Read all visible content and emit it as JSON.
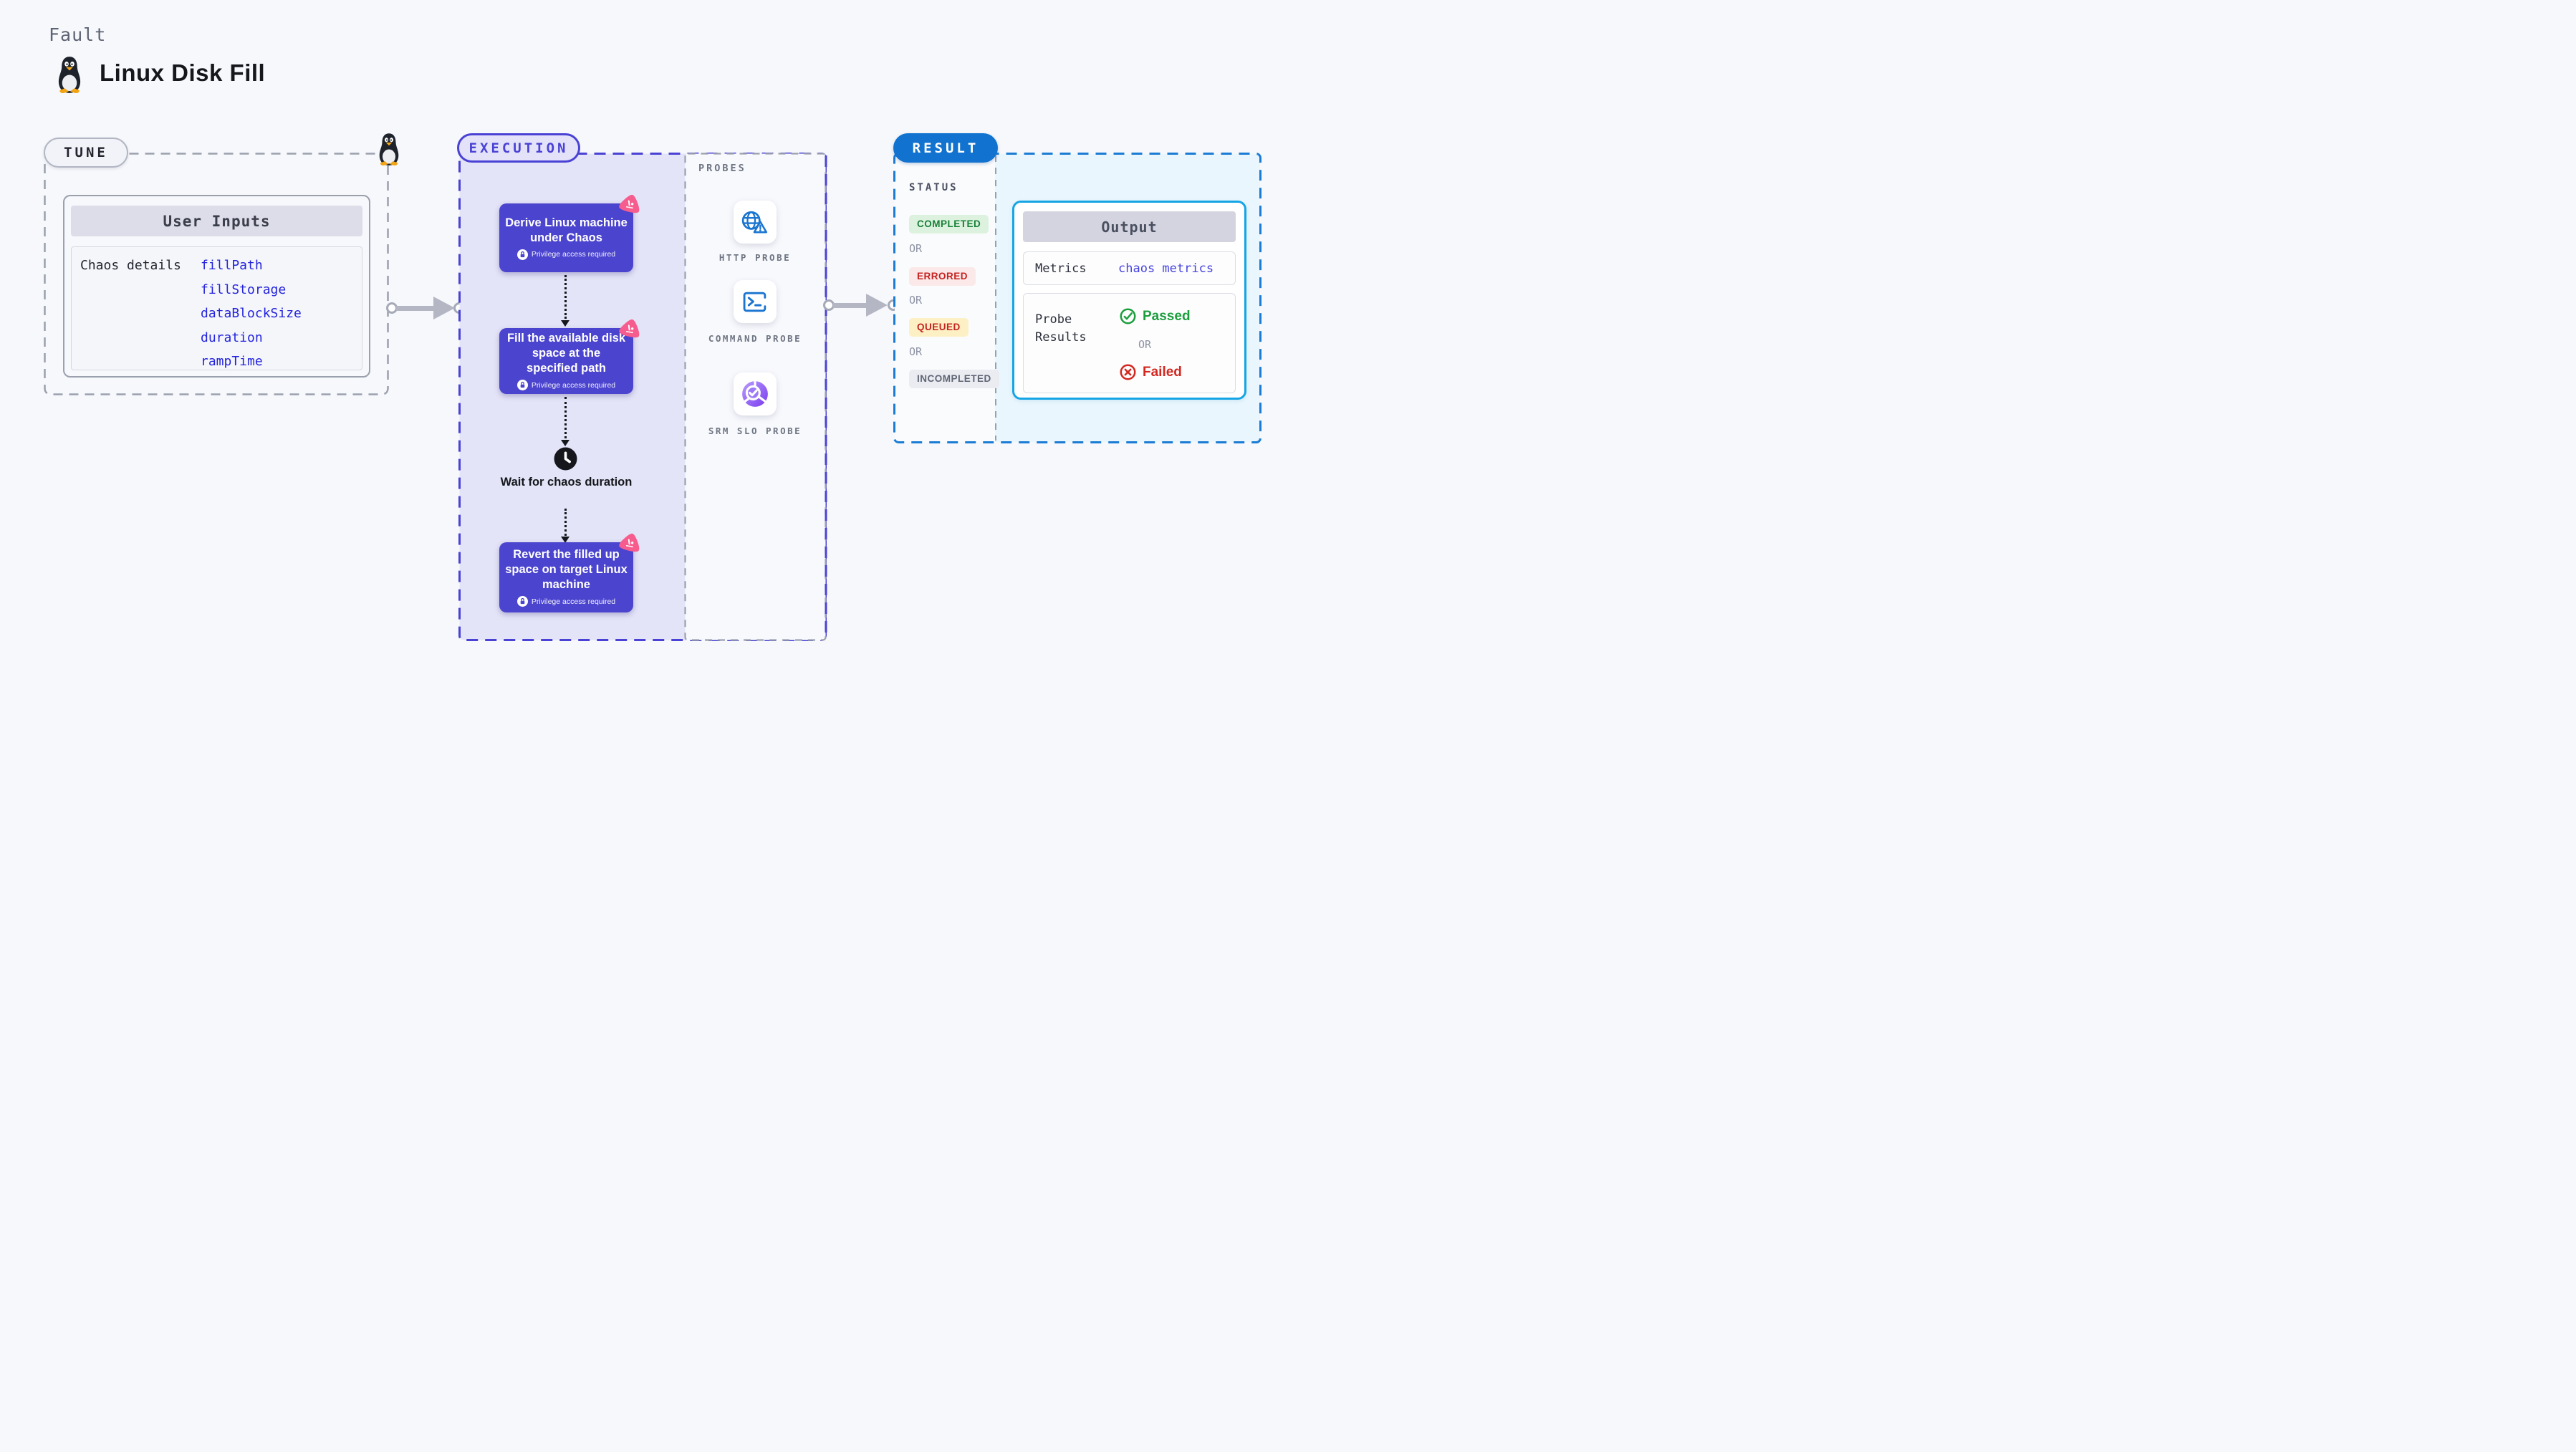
{
  "palette": {
    "canvas_bg": "#f7f8fc",
    "grey_dash": "#9aa0ad",
    "indigo": "#4a42d4",
    "step_card_bg": "#4b44ce",
    "execution_bg": "#e4e4f8",
    "probes_bg": "#f8f9fd",
    "result_dash": "#1a7cd4",
    "result_pill_bg": "#1173cf",
    "result_cyan_bg": "#e9f6fd",
    "output_border": "#15a5e5",
    "link_blue": "#2424dd",
    "pink_badge": "#f65d8e",
    "arrow_grey": "#b4b6c4",
    "passed_green": "#1d9e3e",
    "failed_red": "#d3271f"
  },
  "header": {
    "kicker": "Fault",
    "title": "Linux Disk Fill",
    "icon": "tux-penguin-icon"
  },
  "tune": {
    "label": "TUNE",
    "card_header": "User Inputs",
    "row_label": "Chaos details",
    "inputs": [
      "fillPath",
      "fillStorage",
      "dataBlockSize",
      "duration",
      "rampTime"
    ]
  },
  "execution": {
    "label": "EXECUTION",
    "privilege_note": "Privilege access required",
    "steps": [
      {
        "title": "Derive Linux machine under Chaos"
      },
      {
        "title": "Fill the available disk space at the specified path"
      },
      {
        "title": "Revert the filled up space on target Linux machine"
      }
    ],
    "wait_label": "Wait for chaos duration"
  },
  "probes": {
    "label": "PROBES",
    "items": [
      {
        "name": "HTTP PROBE",
        "icon": "globe-alert-icon"
      },
      {
        "name": "COMMAND PROBE",
        "icon": "terminal-icon"
      },
      {
        "name": "SRM SLO PROBE",
        "icon": "slo-donut-check-icon"
      }
    ]
  },
  "result": {
    "label": "RESULT",
    "status_label": "STATUS",
    "or_label": "OR",
    "statuses": [
      {
        "label": "COMPLETED",
        "bg": "#ddf2de",
        "color": "#188038",
        "style": "background:#ddf2de;color:#188038"
      },
      {
        "label": "ERRORED",
        "bg": "#fbe9e9",
        "color": "#c5221f",
        "style": "background:#fbe9e9;color:#c5221f"
      },
      {
        "label": "QUEUED",
        "bg": "#fdf0c4",
        "color": "#c5221f",
        "style": "background:#fdf0c4;color:#c5221f"
      },
      {
        "label": "INCOMPLETED",
        "bg": "#ebecf2",
        "color": "#5f6574",
        "style": "background:#ebecf2;color:#5f6574"
      }
    ],
    "output": {
      "header": "Output",
      "metrics_label": "Metrics",
      "metrics_value": "chaos metrics",
      "probe_results_label": "Probe Results",
      "passed_label": "Passed",
      "or_label": "OR",
      "failed_label": "Failed"
    }
  }
}
